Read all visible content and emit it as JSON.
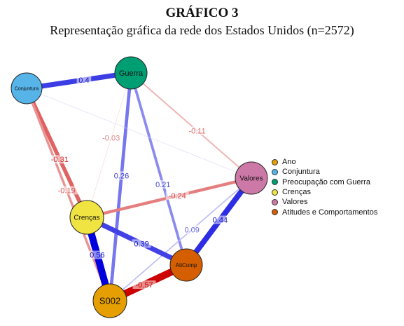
{
  "header": {
    "title": "GRÁFICO 3",
    "subtitle": "Representação gráfica da rede dos Estados Unidos (n=2572)"
  },
  "nodes": [
    {
      "id": "conjuntura",
      "label": "Conjuntura",
      "color": "#56B4E9"
    },
    {
      "id": "guerra",
      "label": "Guerra",
      "color": "#009E73"
    },
    {
      "id": "valores",
      "label": "Valores",
      "color": "#CC79A7"
    },
    {
      "id": "crencas",
      "label": "Crenças",
      "color": "#F0E442"
    },
    {
      "id": "aticomp",
      "label": "AtiComp",
      "color": "#D55E00"
    },
    {
      "id": "s002",
      "label": "S002",
      "color": "#E69F00"
    }
  ],
  "edges": [
    {
      "from": "conjuntura",
      "to": "guerra",
      "weight": 0.4,
      "label": "0.4"
    },
    {
      "from": "guerra",
      "to": "valores",
      "weight": -0.11,
      "label": "-0.11"
    },
    {
      "from": "conjuntura",
      "to": "crencas",
      "weight": -0.31,
      "label": "-0.31"
    },
    {
      "from": "conjuntura",
      "to": "s002",
      "weight": -0.19,
      "label": "-0.19"
    },
    {
      "from": "guerra",
      "to": "crencas",
      "weight": -0.03,
      "label": "-0.03"
    },
    {
      "from": "guerra",
      "to": "s002",
      "weight": 0.26,
      "label": "0.26"
    },
    {
      "from": "guerra",
      "to": "aticomp",
      "weight": 0.21,
      "label": "0.21"
    },
    {
      "from": "crencas",
      "to": "valores",
      "weight": -0.24,
      "label": "-0.24"
    },
    {
      "from": "valores",
      "to": "s002",
      "weight": 0.09,
      "label": "0.09"
    },
    {
      "from": "valores",
      "to": "aticomp",
      "weight": 0.44,
      "label": "0.44"
    },
    {
      "from": "crencas",
      "to": "aticomp",
      "weight": 0.39,
      "label": "0.39"
    },
    {
      "from": "crencas",
      "to": "s002",
      "weight": 0.56,
      "label": "0.56"
    },
    {
      "from": "aticomp",
      "to": "s002",
      "weight": -0.57,
      "label": "-0.57"
    },
    {
      "from": "conjuntura",
      "to": "valores",
      "weight": 0.02,
      "label": ""
    }
  ],
  "legend": [
    {
      "label": "Ano",
      "color": "#E69F00"
    },
    {
      "label": "Conjuntura",
      "color": "#56B4E9"
    },
    {
      "label": "Preocupação com Guerra",
      "color": "#009E73"
    },
    {
      "label": "Crenças",
      "color": "#F0E442"
    },
    {
      "label": "Valores",
      "color": "#CC79A7"
    },
    {
      "label": "Atitudes e Comportamentos",
      "color": "#D55E00"
    }
  ],
  "colors": {
    "positive_edge": "#0000dd",
    "negative_edge": "#cc0000"
  }
}
